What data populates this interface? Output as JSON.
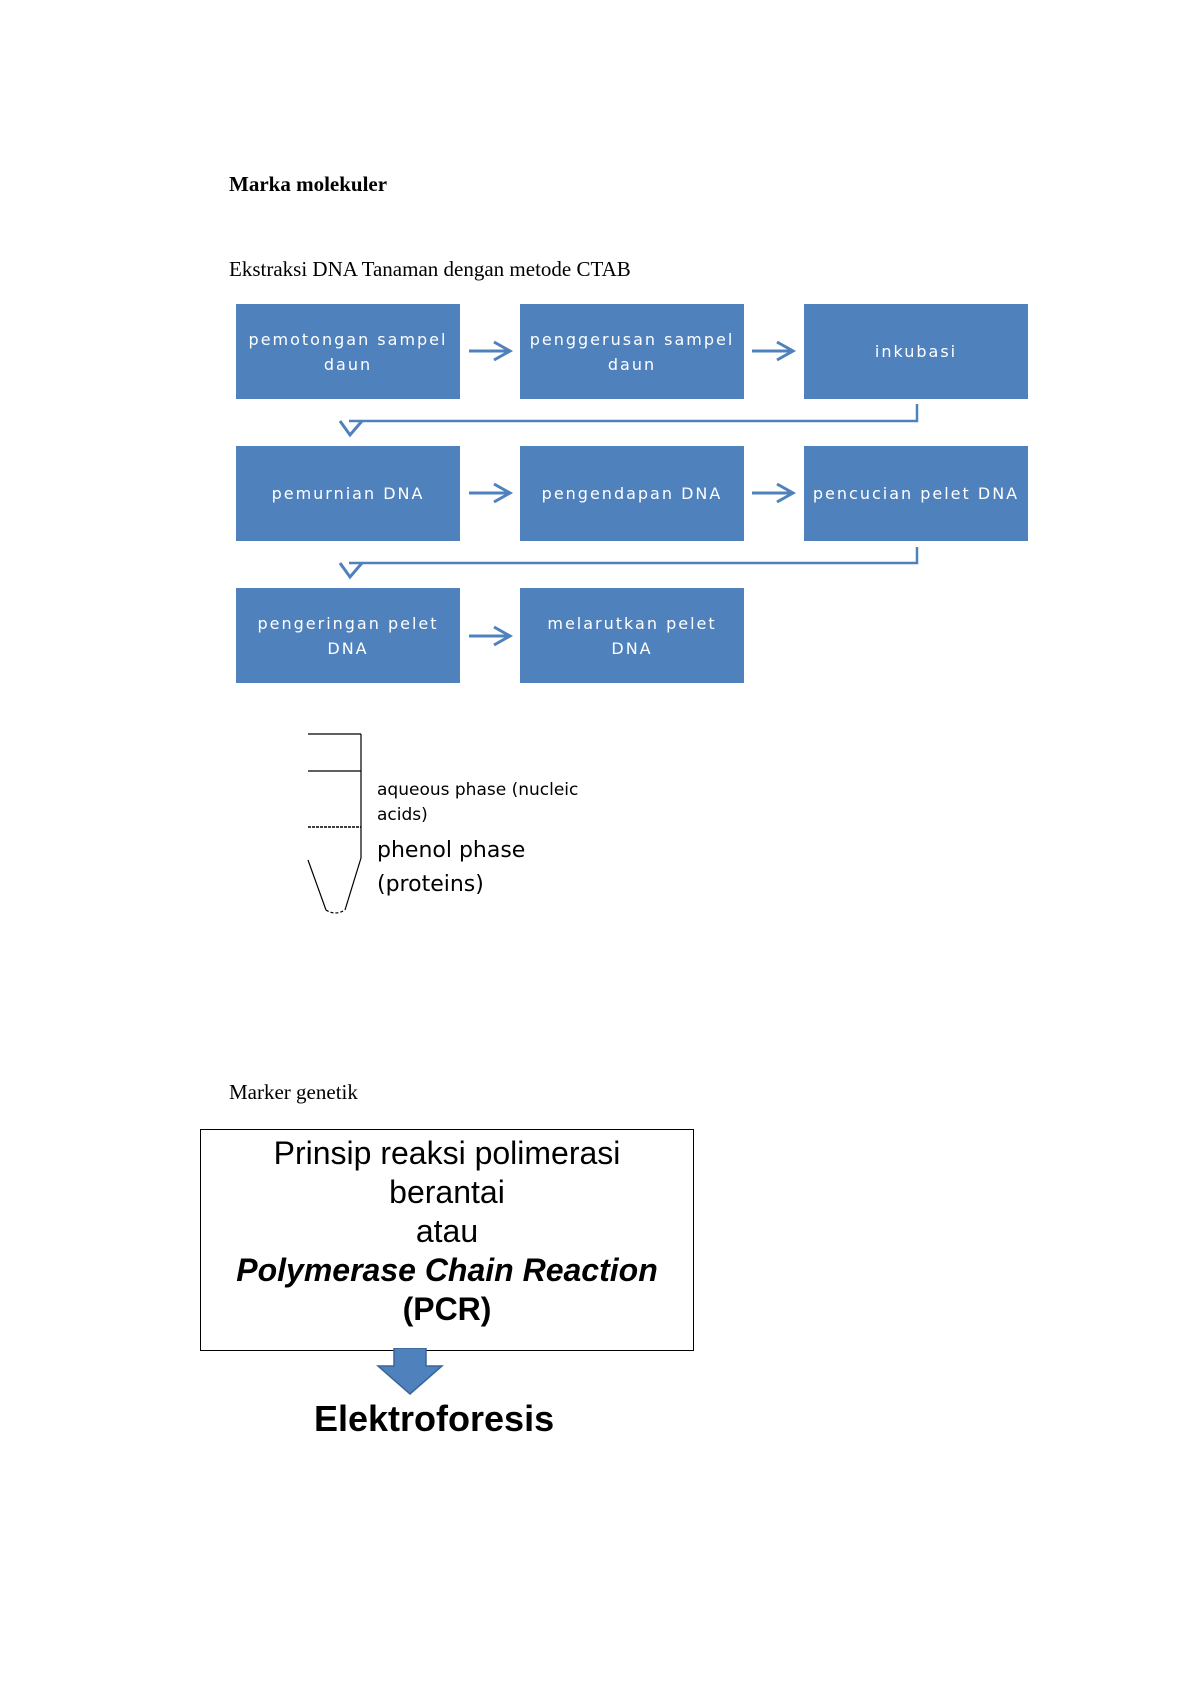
{
  "headings": {
    "marka": "Marka  molekuler",
    "ekstraksi": "Ekstraksi DNA Tanaman dengan metode CTAB",
    "marker": "Marker genetik"
  },
  "flowchart": {
    "box_color": "#4f81bd",
    "steps": [
      "pemotongan sampel daun",
      "penggerusan sampel daun",
      "inkubasi",
      "pemurnian DNA",
      "pengendapan DNA",
      "pencucian pelet DNA",
      "pengeringan pelet DNA",
      "melarutkan pelet DNA"
    ]
  },
  "tube": {
    "label_aqueous": "aqueous phase (nucleic acids)",
    "label_phenol": "phenol phase (proteins)"
  },
  "pcr": {
    "line1": "Prinsip reaksi polimerasi",
    "line2": "berantai",
    "line3": "atau",
    "line4": "Polymerase Chain Reaction",
    "line5": "(PCR)",
    "result": "Elektroforesis"
  }
}
